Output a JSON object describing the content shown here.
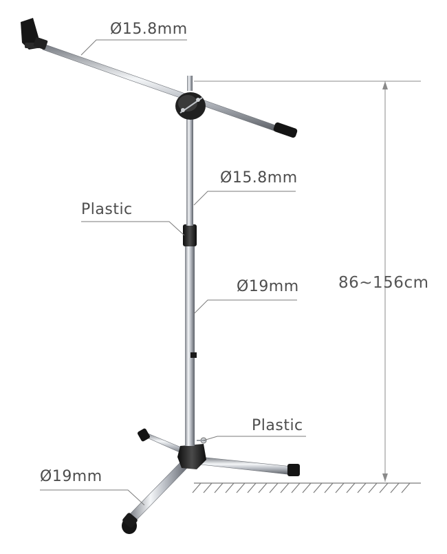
{
  "labels": {
    "boom_diameter": "Ø15.8mm",
    "upper_tube_diameter": "Ø15.8mm",
    "clutch_material": "Plastic",
    "lower_tube_diameter": "Ø19mm",
    "base_material": "Plastic",
    "leg_diameter": "Ø19mm",
    "height_range": "86~156cm"
  },
  "colors": {
    "text": "#4d4d4d",
    "leader_line": "#7a7a7a",
    "chrome": "#c9ccd1",
    "black_parts": "#1c1c1c"
  }
}
